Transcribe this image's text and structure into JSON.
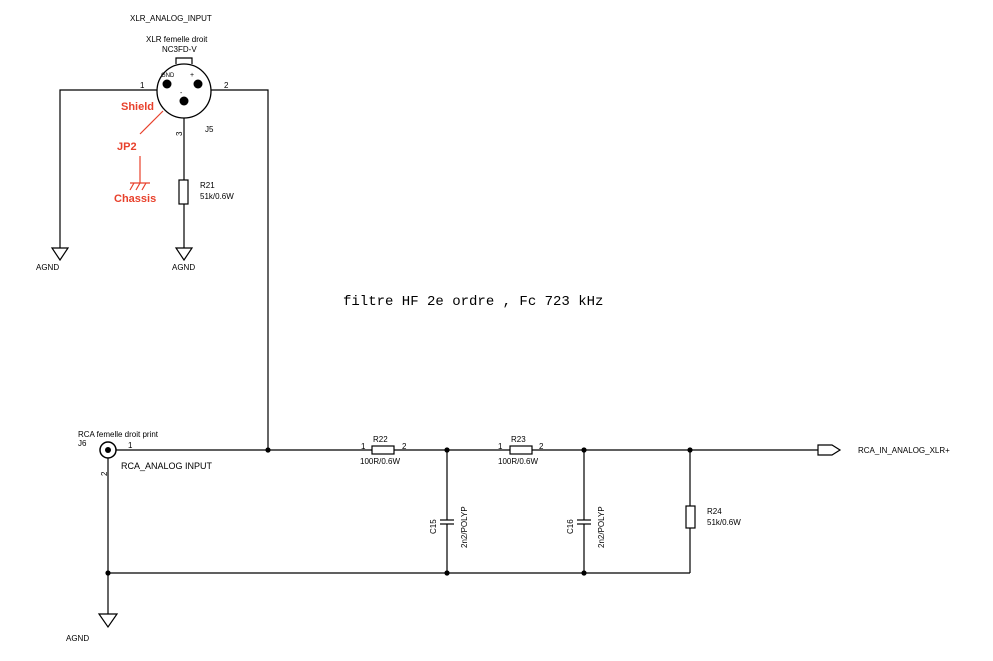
{
  "xlr": {
    "net_name": "XLR_ANALOG_INPUT",
    "description": "XLR femelle droit",
    "part": "NC3FD-V",
    "ref": "J5",
    "pin1": "1",
    "pin2": "2",
    "pin3": "3",
    "pin_gnd": "GND",
    "pin_plus": "+",
    "pin_minus": "-"
  },
  "shield": {
    "shield_label": "Shield",
    "jumper_label": "JP2",
    "chassis_label": "Chassis"
  },
  "grounds": {
    "agnd": "AGND"
  },
  "r21": {
    "ref": "R21",
    "value": "51k/0.6W"
  },
  "note": {
    "text": "filtre HF 2e ordre , Fc 723 kHz"
  },
  "rca": {
    "description": "RCA femelle droit print",
    "ref": "J6",
    "pin1": "1",
    "pin2": "2",
    "net_name": "RCA_ANALOG INPUT"
  },
  "r22": {
    "ref": "R22",
    "value": "100R/0.6W",
    "pin1": "1",
    "pin2": "2"
  },
  "r23": {
    "ref": "R23",
    "value": "100R/0.6W",
    "pin1": "1",
    "pin2": "2"
  },
  "c15": {
    "ref": "C15",
    "value": "2n2/POLYP"
  },
  "c16": {
    "ref": "C16",
    "value": "2n2/POLYP"
  },
  "r24": {
    "ref": "R24",
    "value": "51k/0.6W"
  },
  "output": {
    "net_name": "RCA_IN_ANALOG_XLR+"
  },
  "colors": {
    "wire": "#000000",
    "annotation": "#e8412c"
  }
}
